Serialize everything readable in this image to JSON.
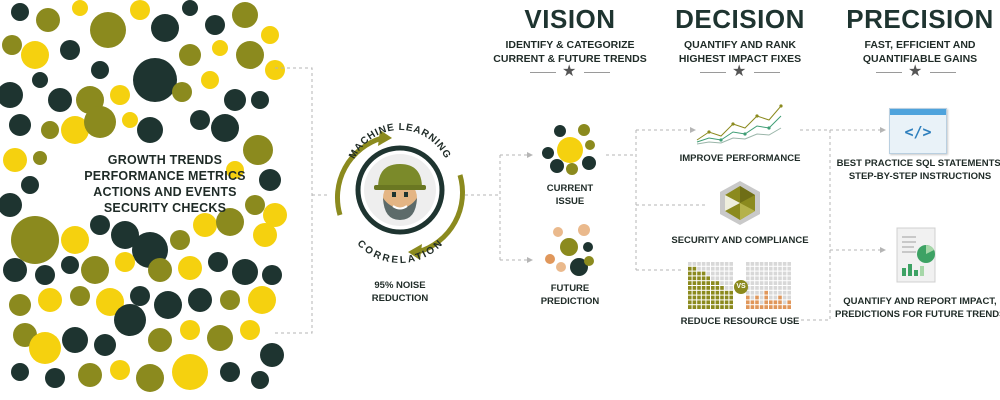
{
  "bubbles": {
    "lines": [
      "GROWTH TRENDS",
      "PERFORMANCE METRICS",
      "ACTIONS AND EVENTS",
      "SECURITY CHECKS"
    ]
  },
  "ml": {
    "top_label": "MACHINE LEARNING",
    "bottom_label": "CORRELATION",
    "noise_line1": "95% NOISE",
    "noise_line2": "REDUCTION"
  },
  "vision": {
    "title": "VISION",
    "sub1": "IDENTIFY & CATEGORIZE",
    "sub2": "CURRENT & FUTURE TRENDS",
    "current1": "CURRENT",
    "current2": "ISSUE",
    "future1": "FUTURE",
    "future2": "PREDICTION"
  },
  "decision": {
    "title": "DECISION",
    "sub1": "QUANTIFY AND RANK",
    "sub2": "HIGHEST IMPACT FIXES",
    "item1": "IMPROVE PERFORMANCE",
    "item2": "SECURITY AND COMPLIANCE",
    "item3": "REDUCE RESOURCE USE",
    "vs": "VS"
  },
  "precision": {
    "title": "PRECISION",
    "sub1": "FAST, EFFICIENT AND",
    "sub2": "QUANTIFIABLE GAINS",
    "code_glyph": "</>",
    "item1_l1": "BEST PRACTICE SQL STATEMENTS,",
    "item1_l2": "STEP-BY-STEP INSTRUCTIONS",
    "item2_l1": "QUANTIFY AND REPORT IMPACT,",
    "item2_l2": "PREDICTIONS FOR FUTURE TRENDS"
  },
  "colors": {
    "dark": "#1e3430",
    "olive": "#8b8a1e",
    "yellow": "#f5d10f",
    "orange": "#e0975b"
  },
  "icons": [
    "star-icon",
    "helmet-character-icon",
    "line-graph-icon",
    "hexagon-shield-icon",
    "bar-grid-icon",
    "code-window-icon",
    "report-icon"
  ]
}
